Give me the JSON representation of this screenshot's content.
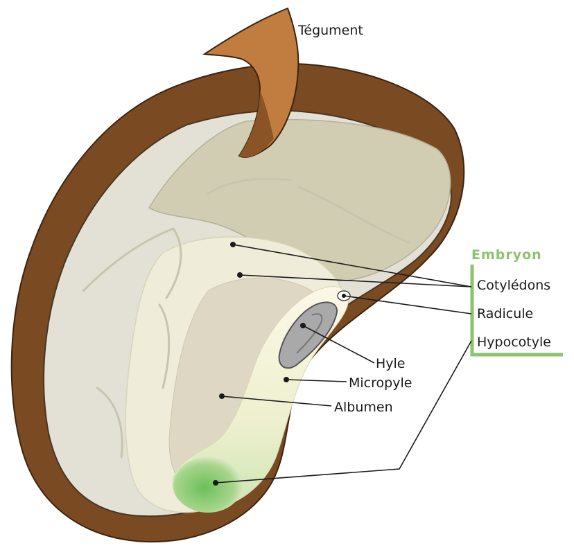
{
  "labels": {
    "tegument": "Tégument",
    "embryon": "Embryon",
    "cotyledons": "Cotylédons",
    "radicule": "Radicule",
    "hypocotyle": "Hypocotyle",
    "hyle": "Hyle",
    "micropyle": "Micropyle",
    "albumen": "Albumen"
  },
  "colors": {
    "seed_coat": "#7a4a22",
    "seed_coat_flap": "#c07d3f",
    "albumen": "#e3e1d6",
    "cotyledon": "#d1cdb2",
    "embryo_region": "#efecd9",
    "hypocotyl_green": "#7cc36b",
    "hilum": "#a9a9a9",
    "embryon_bracket": "#8dc26f"
  }
}
